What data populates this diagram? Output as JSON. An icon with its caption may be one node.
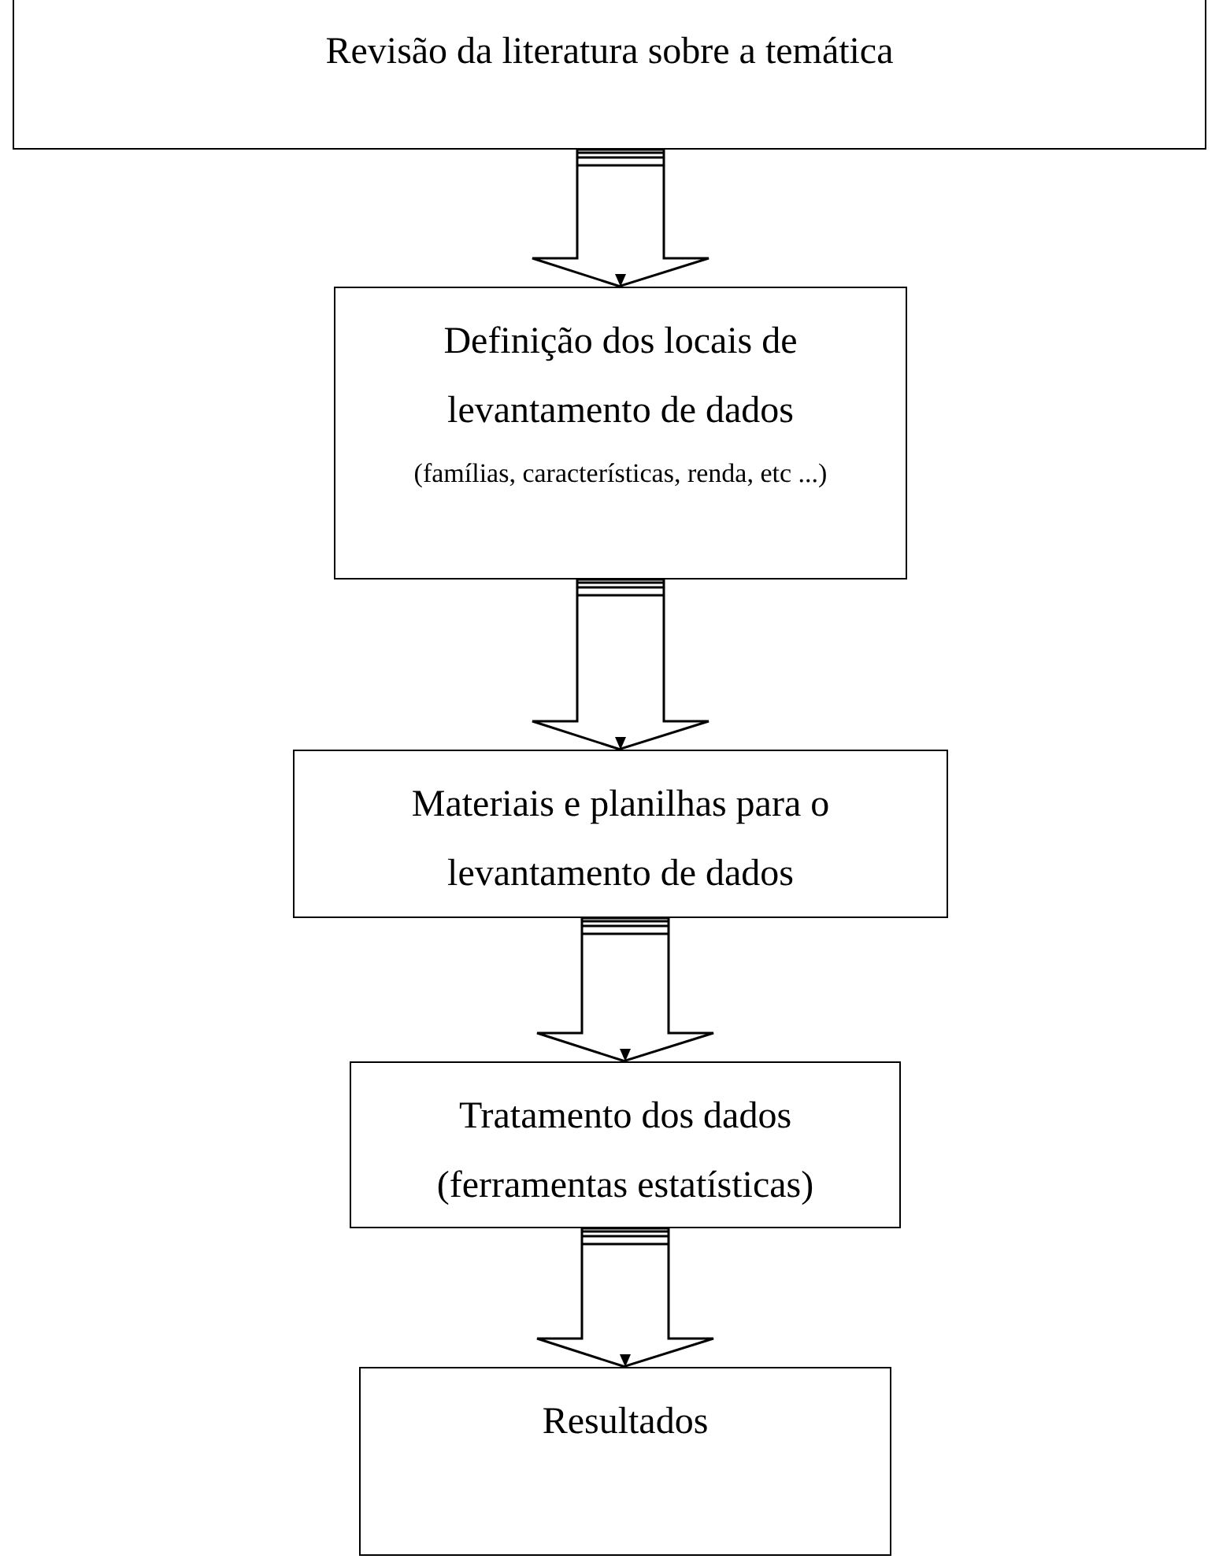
{
  "diagram": {
    "nodes": [
      {
        "text": [
          "Revisão da literatura sobre a temática"
        ]
      },
      {
        "text": [
          "Definição dos locais de levantamento de dados",
          "(famílias, características, renda, etc ...)"
        ]
      },
      {
        "text": [
          "Materiais e planilhas para o levantamento de dados"
        ]
      },
      {
        "text": [
          "Tratamento dos dados (ferramentas estatísticas)"
        ]
      },
      {
        "text": [
          "Resultados"
        ]
      }
    ],
    "edges": [
      {
        "from": 0,
        "to": 1,
        "arrow": "to"
      },
      {
        "from": 1,
        "to": 2,
        "arrow": "to"
      },
      {
        "from": 2,
        "to": 3,
        "arrow": "to"
      },
      {
        "from": 3,
        "to": 4,
        "arrow": "to"
      }
    ]
  }
}
